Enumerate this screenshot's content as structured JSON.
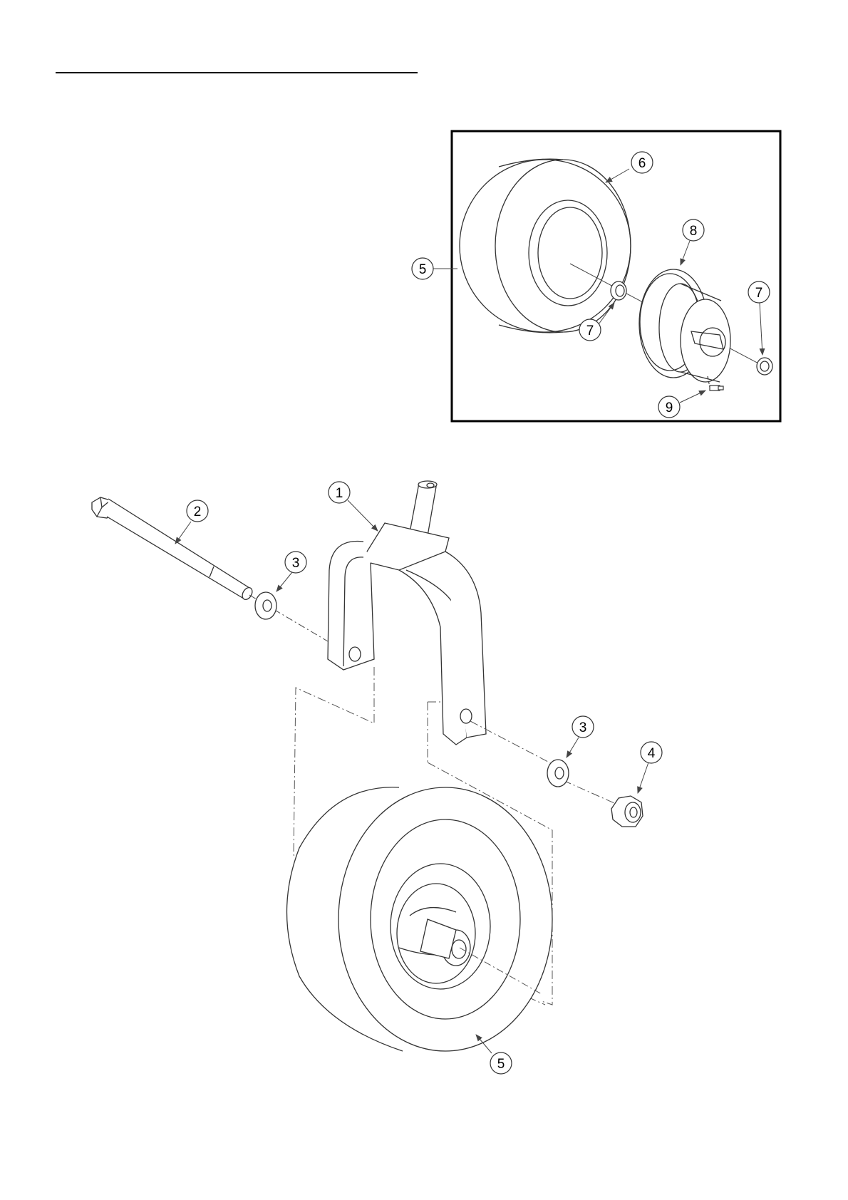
{
  "page": {
    "title": ""
  },
  "callouts": {
    "c1": "1",
    "c2": "2",
    "c3a": "3",
    "c3b": "3",
    "c4": "4",
    "c5_main": "5",
    "c5_inset": "5",
    "c6": "6",
    "c7a": "7",
    "c7b": "7",
    "c8": "8",
    "c9": "9"
  },
  "colors": {
    "line": "#333333",
    "hidden_line": "#555555",
    "inset_border": "#000000",
    "background": "#ffffff"
  }
}
